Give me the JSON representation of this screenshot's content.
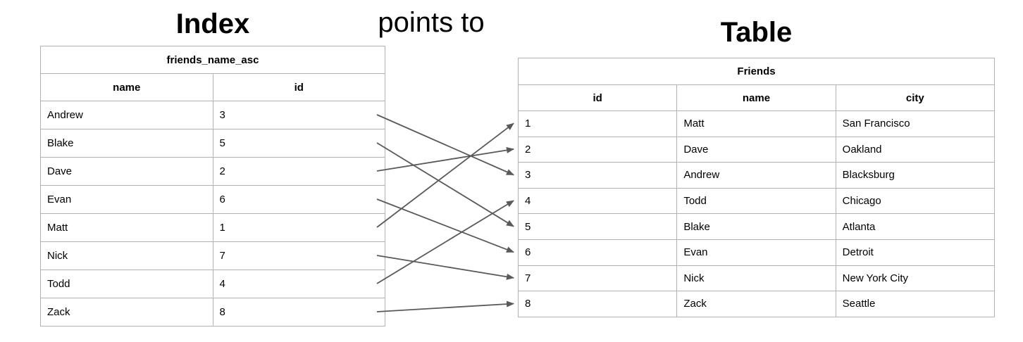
{
  "titles": {
    "index": "Index",
    "points_to": "points to",
    "table": "Table"
  },
  "index_table": {
    "title": "friends_name_asc",
    "columns": [
      "name",
      "id"
    ],
    "rows": [
      [
        "Andrew",
        "3"
      ],
      [
        "Blake",
        "5"
      ],
      [
        "Dave",
        "2"
      ],
      [
        "Evan",
        "6"
      ],
      [
        "Matt",
        "1"
      ],
      [
        "Nick",
        "7"
      ],
      [
        "Todd",
        "4"
      ],
      [
        "Zack",
        "8"
      ]
    ]
  },
  "friends_table": {
    "title": "Friends",
    "columns": [
      "id",
      "name",
      "city"
    ],
    "rows": [
      [
        "1",
        "Matt",
        "San Francisco"
      ],
      [
        "2",
        "Dave",
        "Oakland"
      ],
      [
        "3",
        "Andrew",
        "Blacksburg"
      ],
      [
        "4",
        "Todd",
        "Chicago"
      ],
      [
        "5",
        "Blake",
        "Atlanta"
      ],
      [
        "6",
        "Evan",
        "Detroit"
      ],
      [
        "7",
        "Nick",
        "New York City"
      ],
      [
        "8",
        "Zack",
        "Seattle"
      ]
    ]
  },
  "arrows": [
    {
      "from_row": 0,
      "to_row": 2
    },
    {
      "from_row": 1,
      "to_row": 4
    },
    {
      "from_row": 2,
      "to_row": 1
    },
    {
      "from_row": 3,
      "to_row": 5
    },
    {
      "from_row": 4,
      "to_row": 0
    },
    {
      "from_row": 5,
      "to_row": 6
    },
    {
      "from_row": 6,
      "to_row": 3
    },
    {
      "from_row": 7,
      "to_row": 7
    }
  ],
  "colors": {
    "arrow": "#58595b",
    "table_border": "#b2b2b2",
    "text": "#000000",
    "background": "#ffffff"
  }
}
